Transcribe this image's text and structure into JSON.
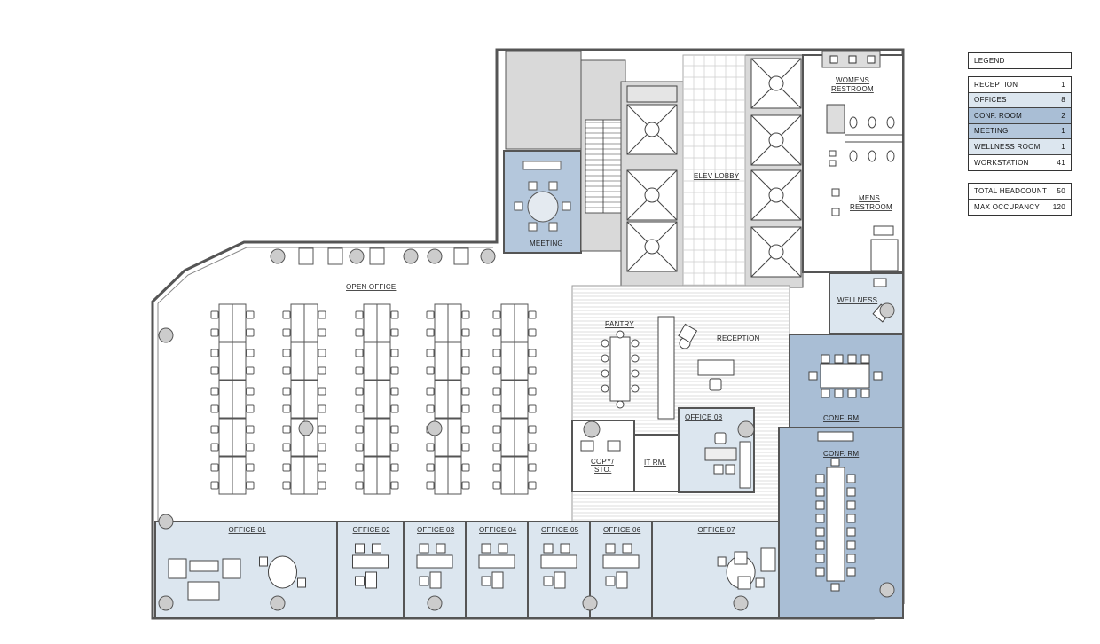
{
  "rooms": {
    "open_office": "OPEN OFFICE",
    "meeting": "MEETING",
    "elev_lobby": "ELEV LOBBY",
    "womens_restroom": [
      "WOMENS",
      "RESTROOM"
    ],
    "mens_restroom": [
      "MENS",
      "RESTROOM"
    ],
    "wellness": "WELLNESS",
    "pantry": "PANTRY",
    "reception": "RECEPTION",
    "conf_rm_1": "CONF. RM",
    "conf_rm_2": "CONF. RM",
    "office_08": "OFFICE 08",
    "copy_sto": [
      "COPY/",
      "STO."
    ],
    "it_rm": "IT RM.",
    "offices": [
      "OFFICE 01",
      "OFFICE 02",
      "OFFICE 03",
      "OFFICE 04",
      "OFFICE 05",
      "OFFICE 06",
      "OFFICE 07"
    ]
  },
  "legend": {
    "title": "LEGEND",
    "items": [
      {
        "label": "RECEPTION",
        "count": "1",
        "color": "#ffffff"
      },
      {
        "label": "OFFICES",
        "count": "8",
        "color": "#dce6ef"
      },
      {
        "label": "CONF. ROOM",
        "count": "2",
        "color": "#a9bed5"
      },
      {
        "label": "MEETING",
        "count": "1",
        "color": "#b4c7dc"
      },
      {
        "label": "WELLNESS ROOM",
        "count": "1",
        "color": "#dce6ef"
      },
      {
        "label": "WORKSTATION",
        "count": "41",
        "color": "#ffffff"
      }
    ],
    "totals": [
      {
        "label": "TOTAL HEADCOUNT",
        "count": "50"
      },
      {
        "label": "MAX OCCUPANCY",
        "count": "120"
      }
    ]
  },
  "colors": {
    "office": "#dce6ef",
    "conf": "#a9bed5",
    "meeting": "#b4c7dc",
    "core": "#d9d9d9",
    "wall": "#555555"
  }
}
